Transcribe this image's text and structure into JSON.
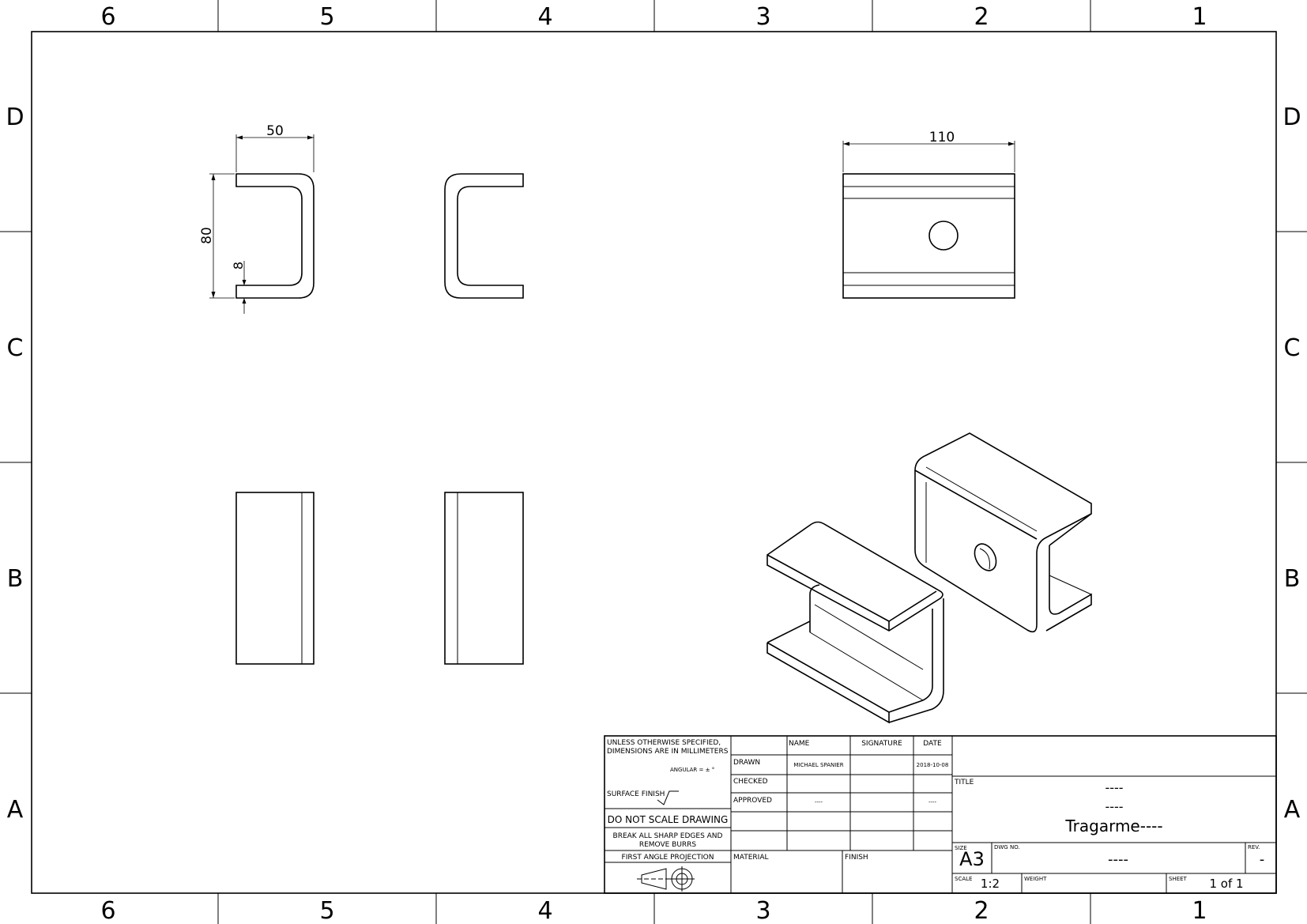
{
  "zones": {
    "columns": [
      "6",
      "5",
      "4",
      "3",
      "2",
      "1"
    ],
    "rows": [
      "D",
      "C",
      "B",
      "A"
    ]
  },
  "dimensions": {
    "width_top": "50",
    "height_side": "80",
    "thickness": "8",
    "length_top": "110"
  },
  "title_block": {
    "unless_line1": "UNLESS OTHERWISE SPECIFIED,",
    "unless_line2": "DIMENSIONS ARE IN MILLIMETERS",
    "angular": "ANGULAR = ± °",
    "surface_finish": "SURFACE FINISH",
    "do_not_scale": "DO NOT SCALE DRAWING",
    "break_edges_1": "BREAK ALL SHARP EDGES AND",
    "break_edges_2": "REMOVE BURRS",
    "projection": "FIRST ANGLE PROJECTION",
    "hdr_name": "NAME",
    "hdr_signature": "SIGNATURE",
    "hdr_date": "DATE",
    "row_drawn": "DRAWN",
    "row_checked": "CHECKED",
    "row_approved": "APPROVED",
    "drawn_name": "MICHAEL SPANIER",
    "drawn_date": "2018-10-08",
    "approved_name": "----",
    "approved_date": "----",
    "material_label": "MATERIAL",
    "finish_label": "FINISH",
    "title_label": "TITLE",
    "title_line1": "----",
    "title_line2": "----",
    "title_line3": "Tragarme----",
    "size_label": "SIZE",
    "size_value": "A3",
    "dwgno_label": "DWG NO.",
    "dwgno_value": "----",
    "rev_label": "REV.",
    "rev_value": "-",
    "scale_label": "SCALE",
    "scale_value": "1:2",
    "weight_label": "WEIGHT",
    "sheet_label": "SHEET",
    "sheet_value": "1 of 1"
  }
}
